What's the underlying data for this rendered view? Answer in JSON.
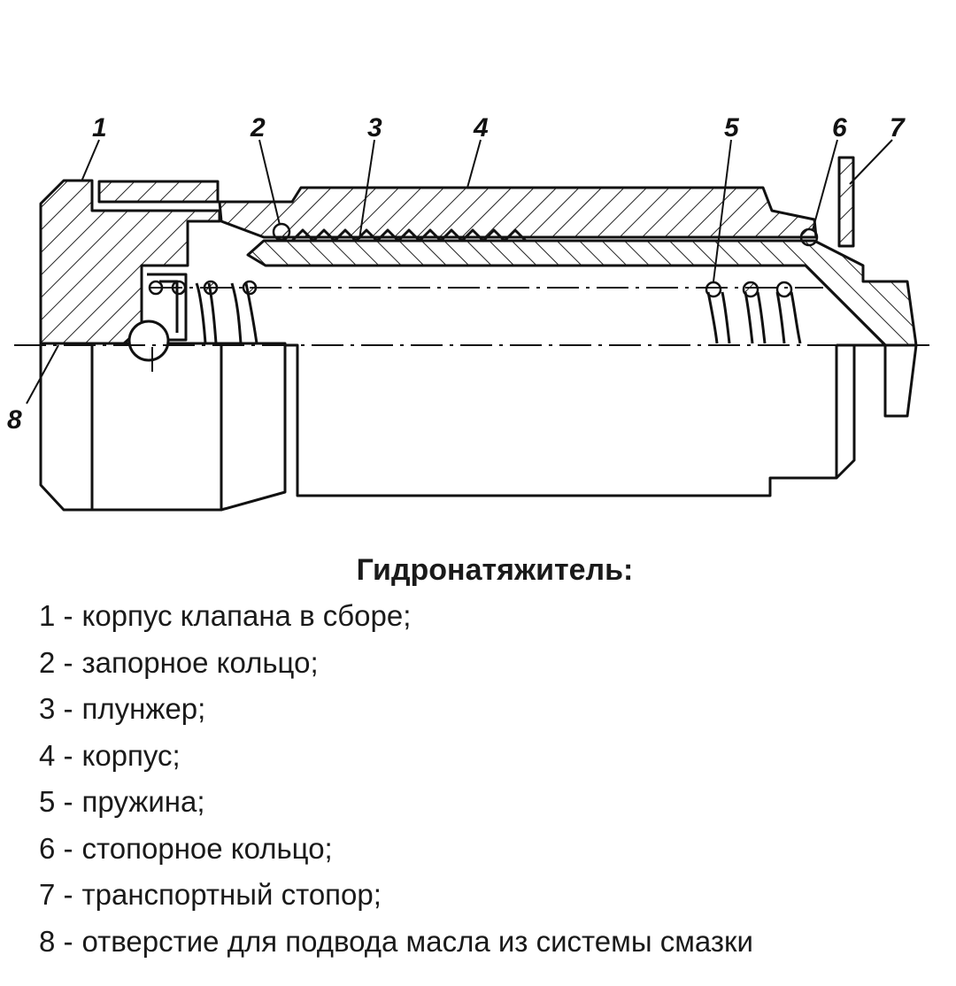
{
  "diagram": {
    "callouts": [
      "1",
      "2",
      "3",
      "4",
      "5",
      "6",
      "7",
      "8"
    ]
  },
  "caption": {
    "title": "Гидронатяжитель:",
    "items": [
      {
        "num": "1 -",
        "text": "корпус клапана в сборе;"
      },
      {
        "num": "2 -",
        "text": "запорное кольцо;"
      },
      {
        "num": "3 -",
        "text": "плунжер;"
      },
      {
        "num": "4 -",
        "text": "корпус;"
      },
      {
        "num": "5 -",
        "text": "пружина;"
      },
      {
        "num": "6 -",
        "text": "стопорное кольцо;"
      },
      {
        "num": "7 -",
        "text": "транспортный стопор;"
      },
      {
        "num": "8 -",
        "text": "отверстие для подвода масла из системы смазки"
      }
    ]
  }
}
